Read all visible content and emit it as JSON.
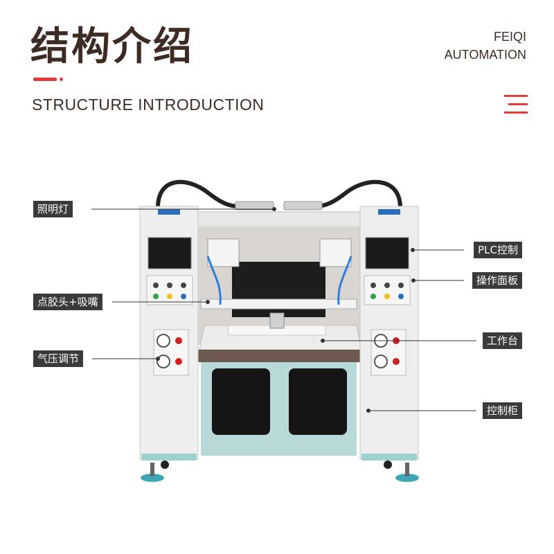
{
  "header": {
    "title_cn": "结构介绍",
    "title_en": "STRUCTURE INTRODUCTION",
    "brand_line1": "FEIQI",
    "brand_line2": "AUTOMATION",
    "accent_color": "#e23b3b"
  },
  "labels": {
    "lighting": "照明灯",
    "plc": "PLC控制",
    "panel": "操作面板",
    "dispense_head": "点胶头+吸嘴",
    "workbench": "工作台",
    "air_pressure": "气压调节",
    "cabinet": "控制柜"
  },
  "icons": {
    "menu": "menu-icon"
  }
}
